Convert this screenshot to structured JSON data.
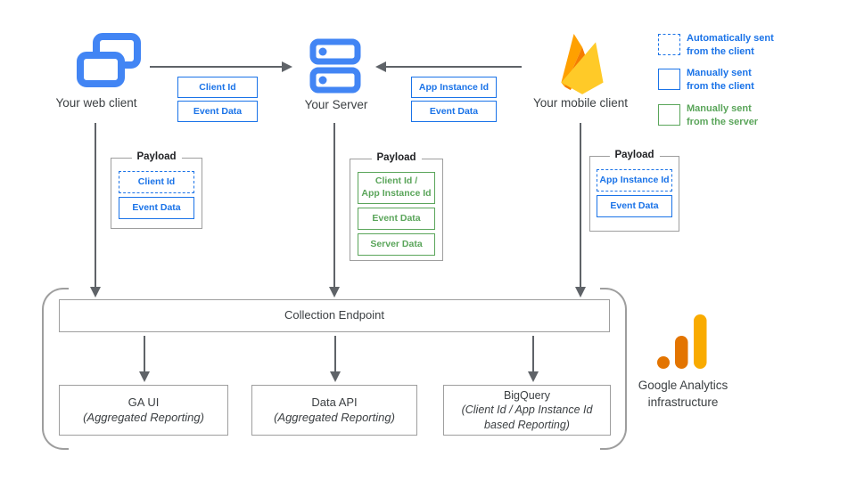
{
  "clients": {
    "web": {
      "label": "Your web client"
    },
    "server": {
      "label": "Your Server"
    },
    "mobile": {
      "label": "Your mobile client"
    }
  },
  "flows": {
    "web_to_server": {
      "tags": [
        "Client Id",
        "Event Data"
      ]
    },
    "mobile_to_server": {
      "tags": [
        "App Instance Id",
        "Event Data"
      ]
    }
  },
  "legend": {
    "items": [
      {
        "line1": "Automatically sent",
        "line2": "from the client",
        "variant": "dashed-blue"
      },
      {
        "line1": "Manually sent",
        "line2": "from the client",
        "variant": "solid-blue"
      },
      {
        "line1": "Manually sent",
        "line2": "from the server",
        "variant": "solid-green"
      }
    ]
  },
  "payloads": {
    "web": {
      "title": "Payload",
      "fields": [
        {
          "label": "Client Id",
          "variant": "dashed-blue"
        },
        {
          "label": "Event Data",
          "variant": "solid-blue"
        }
      ]
    },
    "server": {
      "title": "Payload",
      "fields": [
        {
          "label": "Client Id /",
          "label2": "App Instance Id",
          "variant": "solid-green"
        },
        {
          "label": "Event Data",
          "variant": "solid-green"
        },
        {
          "label": "Server Data",
          "variant": "solid-green"
        }
      ]
    },
    "mobile": {
      "title": "Payload",
      "fields": [
        {
          "label": "App Instance Id",
          "variant": "dashed-blue"
        },
        {
          "label": "Event Data",
          "variant": "solid-blue"
        }
      ]
    }
  },
  "infrastructure": {
    "collection_endpoint": "Collection Endpoint",
    "outputs": [
      {
        "title": "GA UI",
        "subtitle": "(Aggregated Reporting)"
      },
      {
        "title": "Data API",
        "subtitle": "(Aggregated Reporting)"
      },
      {
        "title": "BigQuery",
        "subtitle": "(Client Id / App Instance Id based Reporting)"
      }
    ],
    "brand": {
      "line1": "Google Analytics",
      "line2": "infrastructure"
    }
  },
  "icons": {
    "web_client": "overlapping-browser-windows-icon",
    "server": "server-stack-icon",
    "mobile_client": "firebase-flame-icon",
    "infrastructure": "google-analytics-bars-icon"
  },
  "colors": {
    "blue": "#1a73e8",
    "icon_blue": "#4285f4",
    "green": "#5aa55a",
    "arrow": "#5f6368",
    "border_gray": "#9e9e9e",
    "firebase_orange": "#FFA000",
    "firebase_dark_orange": "#F57C00",
    "firebase_yellow": "#FFCA28",
    "ga_orange": "#E37400",
    "ga_amber": "#F9AB00"
  }
}
